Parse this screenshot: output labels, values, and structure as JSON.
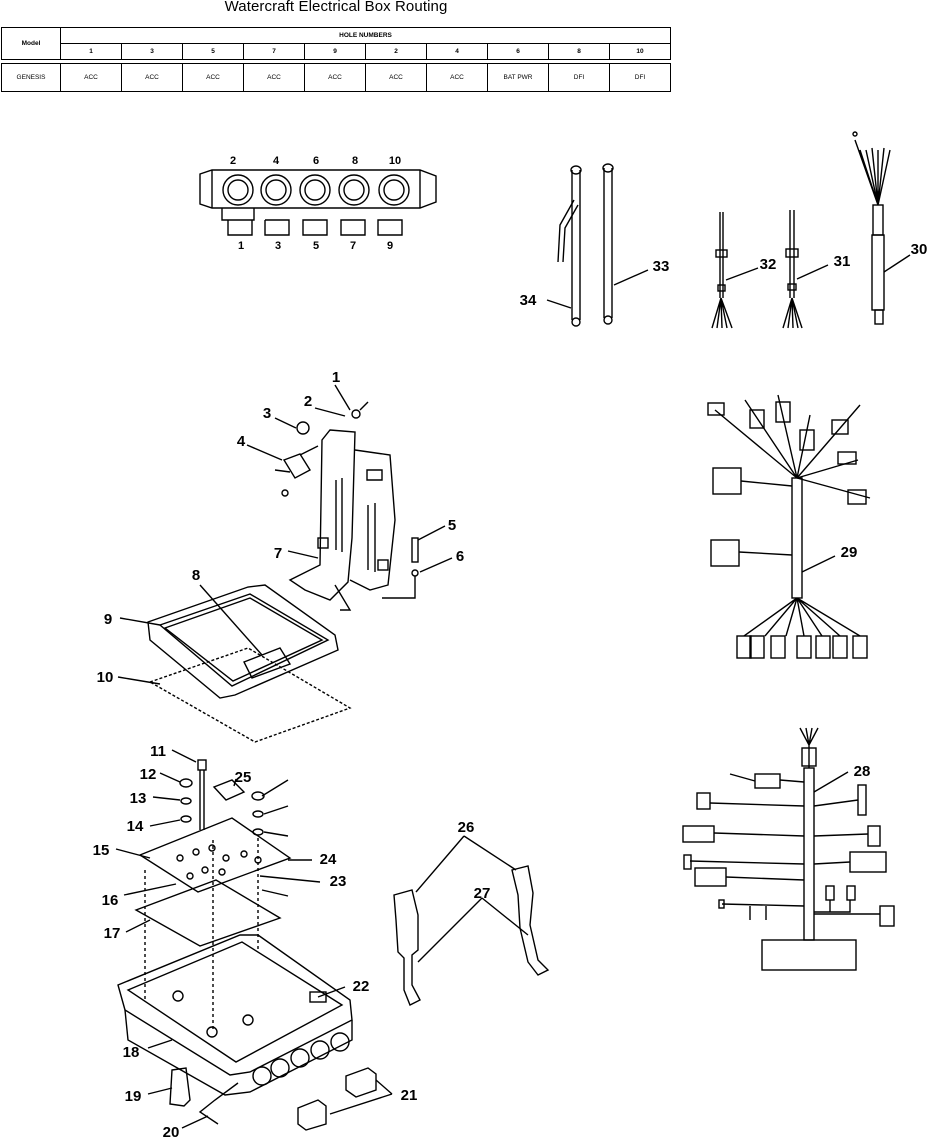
{
  "title": "Watercraft Electrical Box Routing",
  "table": {
    "model_header": "Model",
    "group_header": "HOLE NUMBERS",
    "holes": [
      "1",
      "3",
      "5",
      "7",
      "9",
      "2",
      "4",
      "6",
      "8",
      "10"
    ],
    "rows": [
      {
        "model": "GENESIS",
        "values": [
          "ACC",
          "ACC",
          "ACC",
          "ACC",
          "ACC",
          "ACC",
          "ACC",
          "BAT PWR",
          "DFI",
          "DFI"
        ]
      }
    ]
  },
  "hole_labels_top": [
    "2",
    "4",
    "6",
    "8",
    "10"
  ],
  "hole_labels_bottom": [
    "1",
    "3",
    "5",
    "7",
    "9"
  ],
  "callouts": [
    "1",
    "2",
    "3",
    "4",
    "5",
    "6",
    "7",
    "8",
    "9",
    "10",
    "11",
    "12",
    "13",
    "14",
    "15",
    "16",
    "17",
    "18",
    "19",
    "20",
    "21",
    "22",
    "23",
    "24",
    "25",
    "26",
    "27",
    "28",
    "29",
    "30",
    "31",
    "32",
    "33",
    "34"
  ]
}
